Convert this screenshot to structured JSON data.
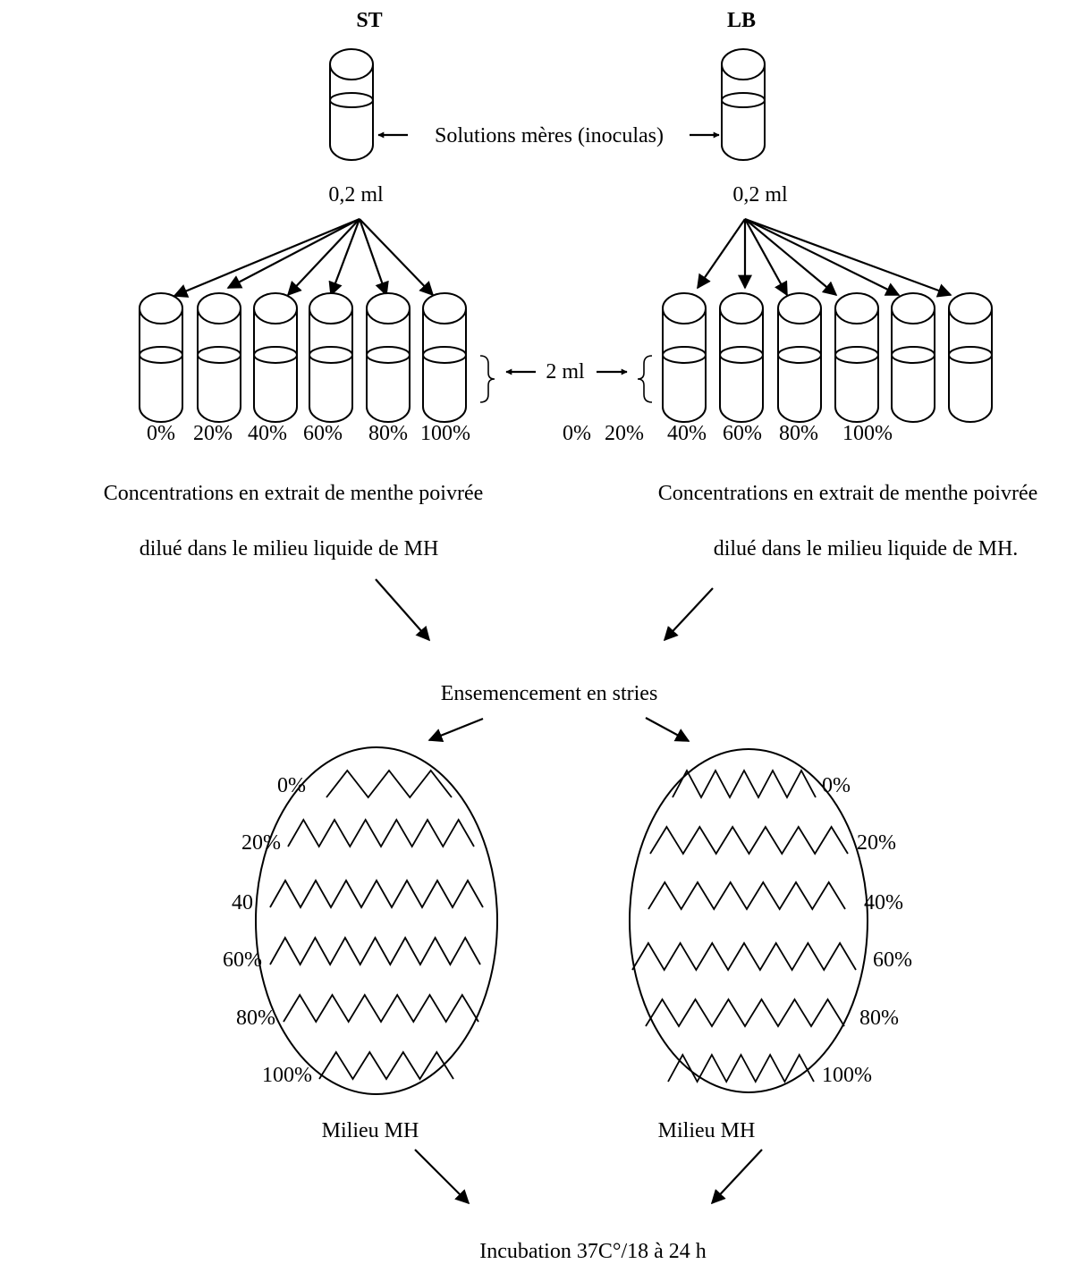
{
  "left": {
    "label": "ST",
    "volume": "0,2 ml",
    "tube_percents": [
      "0%",
      "20%",
      "40%",
      "60%",
      "80%",
      "100%"
    ],
    "caption_line1": "Concentrations en extrait de menthe  poivrée",
    "caption_line2": "dilué dans le milieu liquide de MH",
    "plate_labels": [
      "0%",
      "20%",
      "40",
      "60%",
      "80%",
      "100%"
    ],
    "plate_caption": "Milieu MH"
  },
  "right": {
    "label": "LB",
    "volume": "0,2 ml",
    "tube_percents": [
      "0%",
      "20%",
      "40%",
      "60%",
      "80%",
      "100%"
    ],
    "caption_line1": "Concentrations en extrait de menthe poivrée",
    "caption_line2": "dilué dans le milieu liquide de MH.",
    "plate_labels": [
      "0%",
      "20%",
      "40%",
      "60%",
      "80%",
      "100%"
    ],
    "plate_caption": "Milieu MH"
  },
  "stock_solutions_label": "Solutions mères (inoculas)",
  "medium_volume": "2 ml",
  "streaking_label": "Ensemencement en stries",
  "incubation_label": "Incubation 37C°/18 à 24 h"
}
